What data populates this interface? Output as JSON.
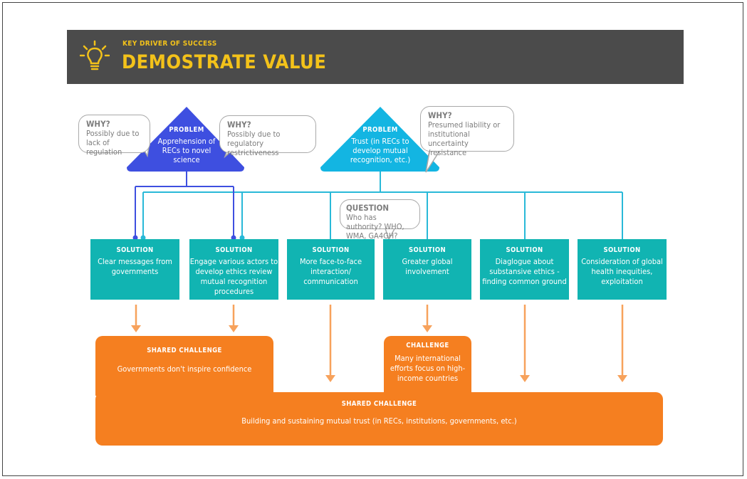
{
  "header": {
    "kicker": "KEY DRIVER OF SUCCESS",
    "title": "DEMOSTRATE VALUE",
    "icon": "lightbulb-icon",
    "accent_color": "#f3c21a",
    "bg_color": "#4b4b4b"
  },
  "problems": [
    {
      "label": "PROBLEM",
      "text": "Apprehension of RECs to novel science",
      "color": "#3e4fe0",
      "why_left": {
        "label": "WHY?",
        "text": "Possibly due to lack of regulation"
      },
      "why_right": {
        "label": "WHY?",
        "text": "Possibly due to regulatory restrictiveness"
      }
    },
    {
      "label": "PROBLEM",
      "text": "Trust (in RECs to develop mutual recognition, etc.)",
      "color": "#13b5e2",
      "why": {
        "label": "WHY?",
        "text": "Presumed liability or institutional uncertainty /resistance"
      }
    }
  ],
  "question": {
    "label": "QUESTION",
    "text": "Who has authority? WHO, WMA, GA4GH?"
  },
  "solutions": [
    {
      "label": "SOLUTION",
      "text": "Clear messages from governments"
    },
    {
      "label": "SOLUTION",
      "text": "Engage various actors to develop ethics review mutual recognition procedures"
    },
    {
      "label": "SOLUTION",
      "text": "More face-to-face interaction/ communication"
    },
    {
      "label": "SOLUTION",
      "text": "Greater global involvement"
    },
    {
      "label": "SOLUTION",
      "text": "Diaglogue about substansive ethics - finding common ground"
    },
    {
      "label": "SOLUTION",
      "text": "Consideration of global health inequities, exploitation"
    }
  ],
  "challenges": {
    "shared_top": {
      "label": "SHARED CHALLENGE",
      "text": "Governments don't inspire confidence"
    },
    "middle": {
      "label": "CHALLENGE",
      "text": "Many international efforts focus on high-income countries"
    },
    "shared_bottom": {
      "label": "SHARED CHALLENGE",
      "text": "Building and sustaining mutual trust (in RECs, institutions, governments, etc.)"
    }
  },
  "colors": {
    "solution": "#11b4b2",
    "challenge": "#f57f20",
    "connector_teal": "#29b9d8",
    "connector_blue": "#3e4fe0",
    "arrow": "#f7a25c"
  }
}
